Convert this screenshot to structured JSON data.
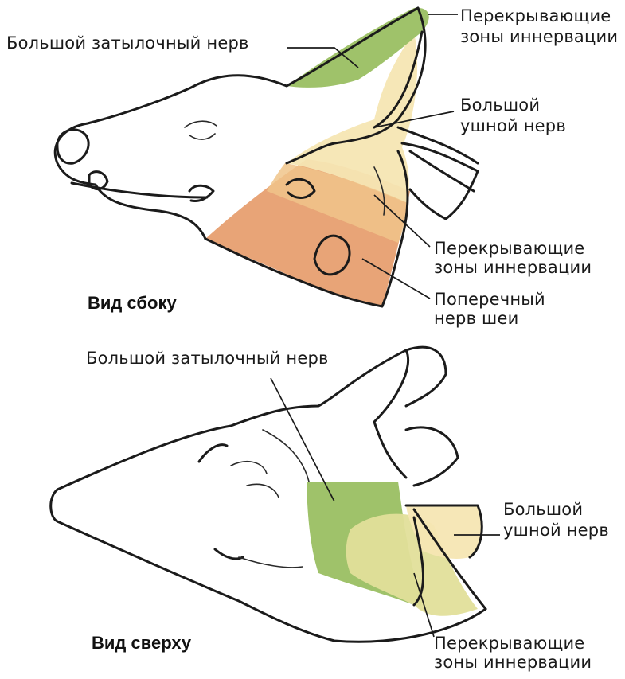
{
  "side_view": {
    "title": "Вид сбоку",
    "labels": {
      "greater_occipital": "Большой затылочный нерв",
      "overlap_top_1": "Перекрывающие",
      "overlap_top_2": "зоны иннервации",
      "great_auricular_1": "Большой",
      "great_auricular_2": "ушной нерв",
      "overlap_mid_1": "Перекрывающие",
      "overlap_mid_2": "зоны иннервации",
      "transverse_1": "Поперечный",
      "transverse_2": "нерв шеи"
    }
  },
  "top_view": {
    "title": "Вид сверху",
    "labels": {
      "greater_occipital": "Большой затылочный нерв",
      "great_auricular_1": "Большой",
      "great_auricular_2": "ушной нерв",
      "overlap_1": "Перекрывающие",
      "overlap_2": "зоны иннервации"
    }
  },
  "colors": {
    "greater_occipital_zone": "#9fc26a",
    "great_auricular_zone": "#f6e6b3",
    "transverse_neck_zone": "#e59a68",
    "overlap_zone": "#e8d99a",
    "outline": "#1b1b1b"
  }
}
